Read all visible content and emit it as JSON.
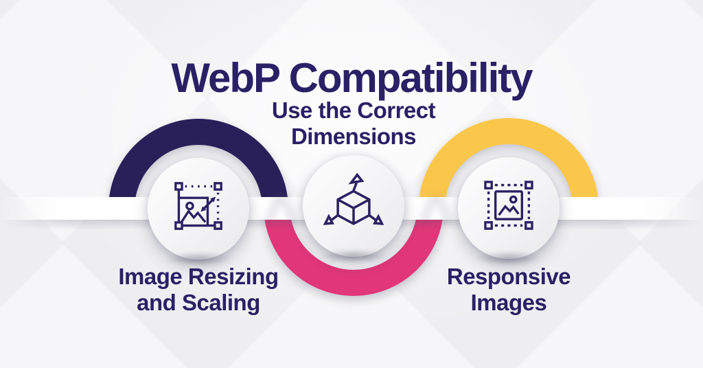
{
  "title": "WebP Compatibility",
  "colors": {
    "navy": "#29205a",
    "pink": "#e13678",
    "yellow": "#fbc74a",
    "text": "#2a2065",
    "icon": "#2b2163"
  },
  "steps": [
    {
      "id": "image-resizing-and-scaling",
      "icon": "resize-image-icon",
      "arc_color": "#29205a",
      "arc_side": "top",
      "label_position": "below",
      "label_line1": "Image Resizing",
      "label_line2": "and Scaling"
    },
    {
      "id": "use-the-correct-dimensions",
      "icon": "3d-cube-icon",
      "arc_color": "#e13678",
      "arc_side": "bottom",
      "label_position": "above",
      "label_line1": "Use the Correct",
      "label_line2": "Dimensions"
    },
    {
      "id": "responsive-images",
      "icon": "responsive-image-icon",
      "arc_color": "#fbc74a",
      "arc_side": "top",
      "label_position": "below",
      "label_line1": "Responsive",
      "label_line2": "Images"
    }
  ]
}
